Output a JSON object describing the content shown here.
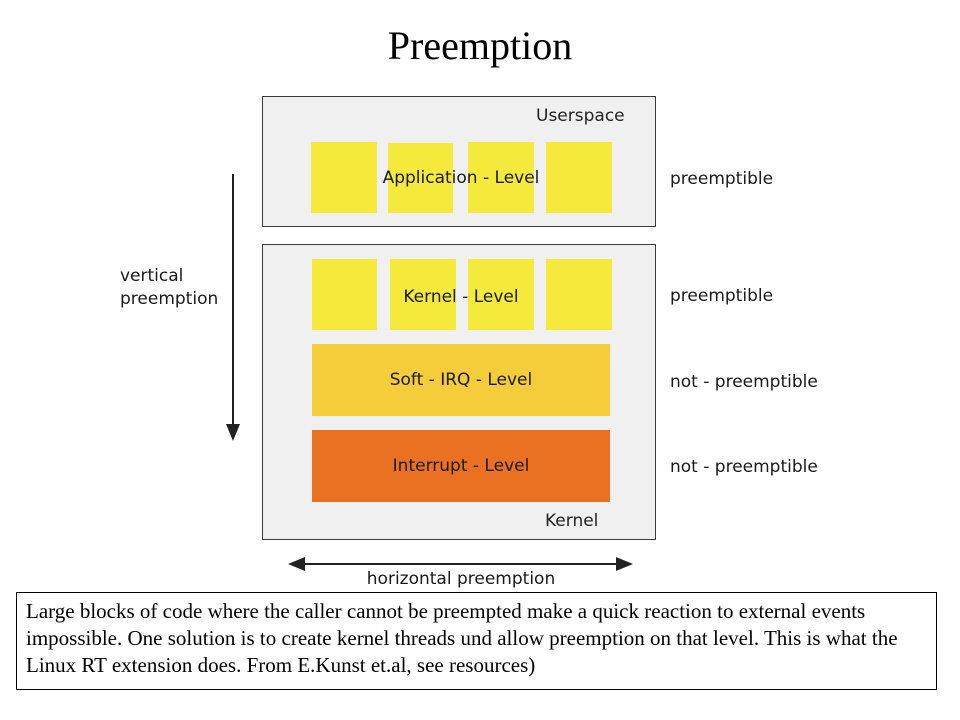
{
  "title": "Preemption",
  "colors": {
    "panel_bg": "#f0f0f0",
    "app_block": "#f5e93c",
    "soft_irq": "#f5cd3a",
    "interrupt": "#ea7022"
  },
  "diagram": {
    "userspace": {
      "label": "Userspace",
      "level_label": "Application - Level",
      "status": "preemptible"
    },
    "kernel": {
      "label": "Kernel",
      "kernel_level": {
        "label": "Kernel - Level",
        "status": "preemptible"
      },
      "soft_irq_level": {
        "label": "Soft - IRQ - Level",
        "status": "not - preemptible"
      },
      "interrupt_level": {
        "label": "Interrupt - Level",
        "status": "not - preemptible"
      }
    },
    "vertical_axis": {
      "line1": "vertical",
      "line2": "preemption"
    },
    "horizontal_axis": {
      "label": "horizontal preemption"
    }
  },
  "caption": "Large blocks of code where the caller cannot be preempted make a quick reaction to external events impossible. One solution is to create kernel threads und allow preemption on that level. This is what the Linux RT extension does. From E.Kunst et.al, see resources)"
}
